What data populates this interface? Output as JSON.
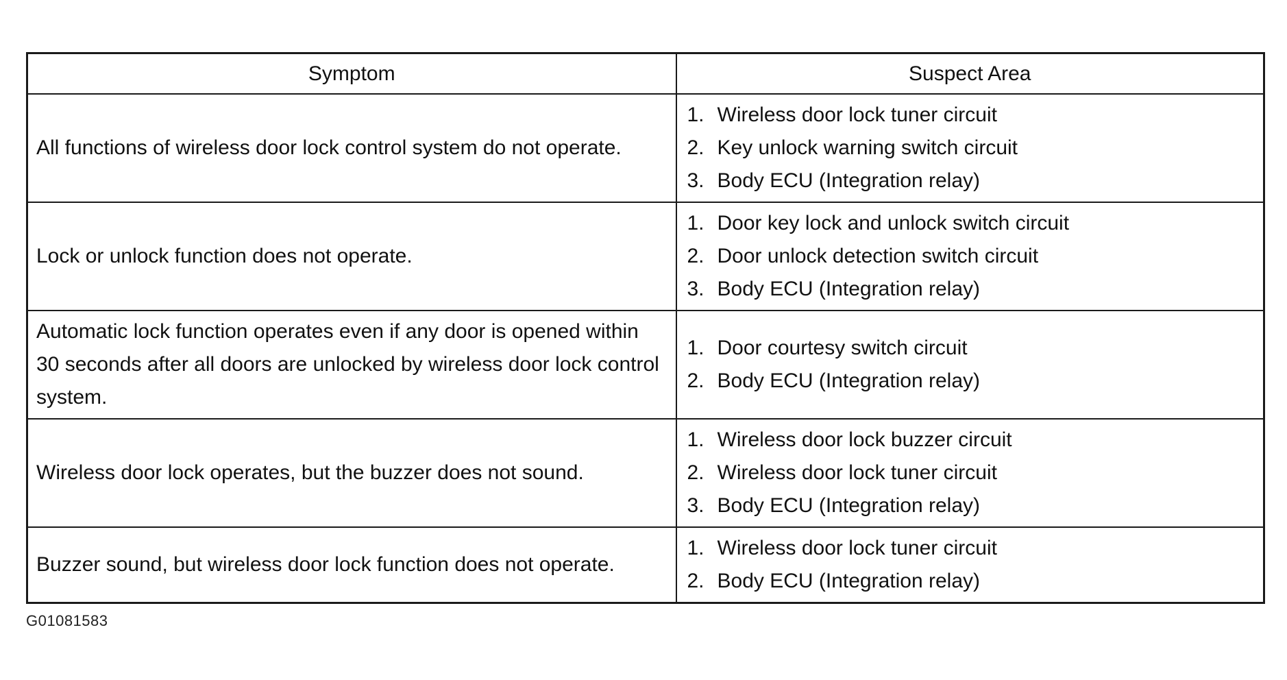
{
  "table": {
    "headers": {
      "symptom": "Symptom",
      "suspect_area": "Suspect Area"
    },
    "rows": [
      {
        "symptom": "All functions of wireless door lock control system do not operate.",
        "suspects": [
          {
            "num": "1.",
            "text": "Wireless door lock tuner circuit"
          },
          {
            "num": "2.",
            "text": "Key unlock warning switch circuit"
          },
          {
            "num": "3.",
            "text": "Body ECU (Integration relay)"
          }
        ]
      },
      {
        "symptom": "Lock or unlock function does not operate.",
        "suspects": [
          {
            "num": "1.",
            "text": "Door key lock and unlock switch circuit"
          },
          {
            "num": "2.",
            "text": "Door unlock detection switch circuit"
          },
          {
            "num": "3.",
            "text": "Body ECU (Integration relay)"
          }
        ]
      },
      {
        "symptom": "Automatic lock function operates even if any door is opened within 30 seconds after all doors are unlocked by wireless door lock control system.",
        "suspects": [
          {
            "num": "1.",
            "text": "Door courtesy switch circuit"
          },
          {
            "num": "2.",
            "text": "Body ECU (Integration relay)"
          }
        ]
      },
      {
        "symptom": "Wireless door lock operates, but the buzzer does not sound.",
        "suspects": [
          {
            "num": "1.",
            "text": "Wireless door lock buzzer circuit"
          },
          {
            "num": "2.",
            "text": "Wireless door lock tuner circuit"
          },
          {
            "num": "3.",
            "text": "Body ECU (Integration relay)"
          }
        ]
      },
      {
        "symptom": "Buzzer sound, but wireless door lock function does not operate.",
        "suspects": [
          {
            "num": "1.",
            "text": "Wireless door lock tuner circuit"
          },
          {
            "num": "2.",
            "text": "Body ECU (Integration relay)"
          }
        ]
      }
    ]
  },
  "figure_id": "G01081583"
}
